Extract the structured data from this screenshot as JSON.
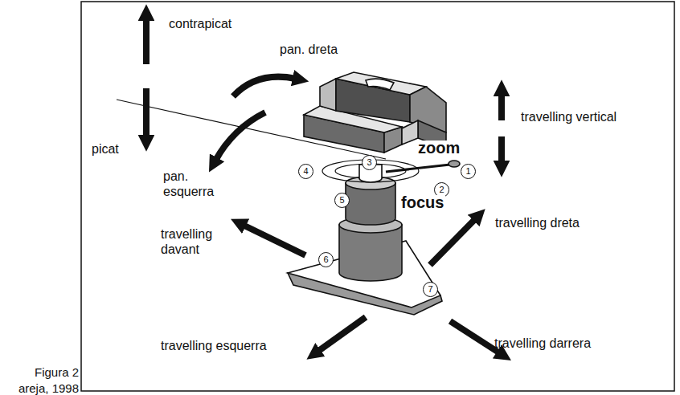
{
  "diagram": {
    "labels": [
      "contrapicat",
      "pan. dreta",
      "picat",
      "pan. esquerra",
      "travelling vertical",
      "zoom",
      "4",
      "3",
      "1",
      "2",
      "5",
      "focus",
      "travelling dreta",
      "travelling davant",
      "6",
      "7",
      "Figura 2",
      "areja, 1998",
      "travelling esquerra",
      "travelling darrera"
    ]
  }
}
